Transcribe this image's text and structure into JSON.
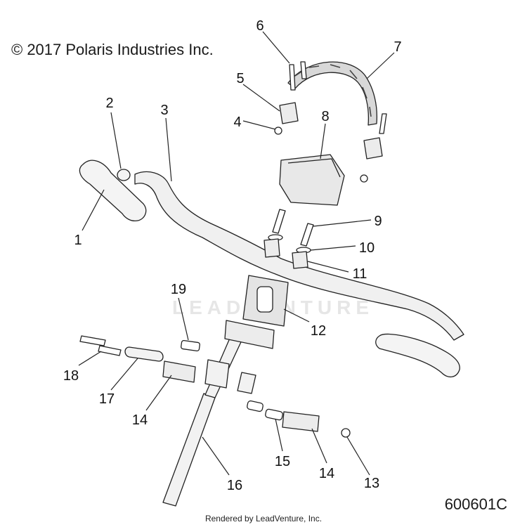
{
  "copyright": "© 2017 Polaris Industries Inc.",
  "watermark": "LEADVENTURE",
  "diagram_id": "600601C",
  "rendered_by": "Rendered by LeadVenture, Inc.",
  "callouts": [
    "1",
    "2",
    "3",
    "4",
    "5",
    "6",
    "7",
    "8",
    "9",
    "10",
    "11",
    "12",
    "13",
    "14",
    "14",
    "15",
    "16",
    "17",
    "18",
    "19"
  ]
}
